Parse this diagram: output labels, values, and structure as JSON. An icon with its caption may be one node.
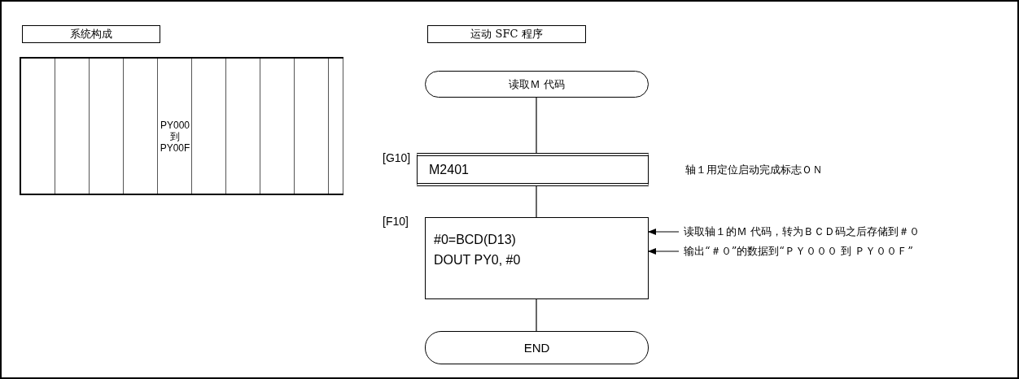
{
  "diagram": {
    "nodes": [
      {
        "text": [
          "系统构成"
        ]
      },
      {
        "text": [
          "运动 SFC 程序"
        ]
      },
      {
        "text": [
          "读取Ｍ 代码"
        ]
      },
      {
        "text": [
          "M2401"
        ],
        "beside": [
          "[G10]",
          "轴１用定位启动完成标志ＯＮ"
        ]
      },
      {
        "text": [
          "#0=BCD(D13)",
          "DOUT PY0, #0"
        ],
        "beside": [
          "[F10]"
        ]
      },
      {
        "text": [
          "END"
        ]
      },
      {
        "text": [
          "读取轴１的Ｍ 代码，转为ＢＣＤ码之后存储到＃０"
        ]
      },
      {
        "text": [
          "输出“＃０”的数据到“ＰＹ０００ 到 ＰＹ００Ｆ”"
        ]
      }
    ],
    "edges": [
      {
        "from": 2,
        "to": 3,
        "arrow": "none"
      },
      {
        "from": 3,
        "to": 4,
        "arrow": "none"
      },
      {
        "from": 4,
        "to": 5,
        "arrow": "none"
      },
      {
        "from": 6,
        "to": 4,
        "arrow": "to"
      },
      {
        "from": 7,
        "to": 4,
        "arrow": "to"
      }
    ],
    "labels": [
      "PY000 到 PY00F"
    ]
  }
}
